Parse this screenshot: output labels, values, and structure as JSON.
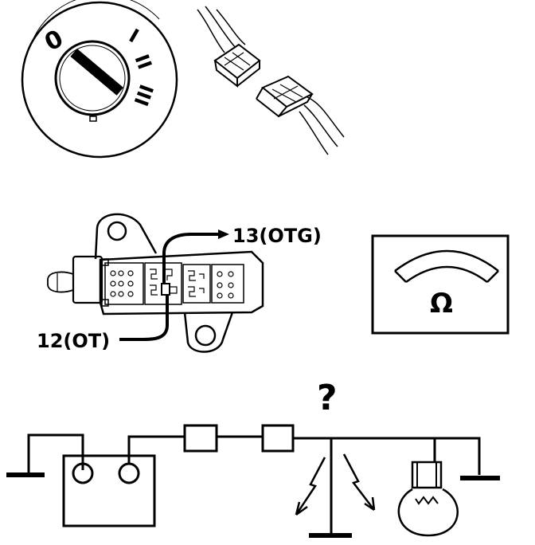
{
  "ignition": {
    "positions": [
      "0",
      "I",
      "II",
      "III"
    ]
  },
  "connector": {
    "pin_top": "13(OTG)",
    "pin_bottom": "12(OT)"
  },
  "meter": {
    "symbol": "Ω"
  },
  "circuit": {
    "question": "?"
  }
}
